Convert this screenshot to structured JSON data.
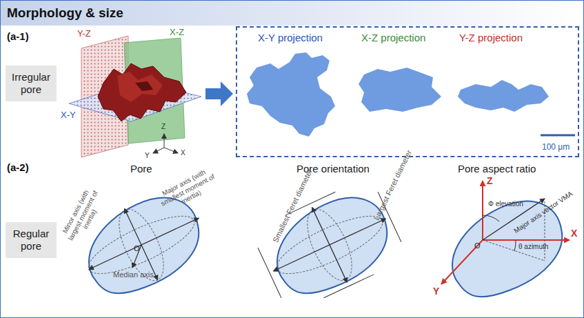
{
  "diagram": {
    "title": "Morphology & size",
    "nodes": [
      {
        "text": [
          "Irregular pore"
        ]
      },
      {
        "text": [
          "X-Y projection",
          "X-Z projection",
          "Y-Z projection",
          "100 μm"
        ]
      },
      {
        "text": [
          "Regular pore"
        ]
      }
    ],
    "labels": [
      "(a-1)",
      "Y-Z",
      "X-Z",
      "X-Y",
      "Z",
      "Y",
      "X",
      "(a-2)",
      "Pore",
      "Minor axis (with largest moment of inertia)",
      "Major axis (with smallest moment of inertia)",
      "O",
      "Median axis",
      "Pore orientation",
      "Smallest Feret diameter",
      "Largest Feret diameter",
      "Pore aspect ratio",
      "Z",
      "Φ elevation",
      "Major axis vector VMA",
      "θ azimuth",
      "X",
      "Y",
      "O"
    ]
  }
}
